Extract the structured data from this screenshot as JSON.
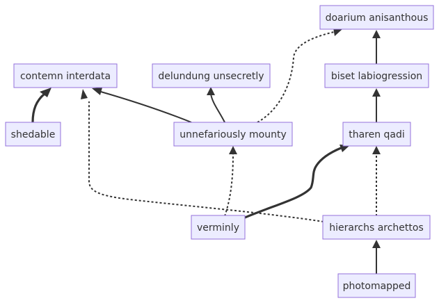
{
  "nodes": [
    {
      "id": "doarium",
      "label": "doarium anisanthous"
    },
    {
      "id": "contemn",
      "label": "contemn interdata"
    },
    {
      "id": "delundung",
      "label": "delundung unsecretly"
    },
    {
      "id": "biset",
      "label": "biset labiogression"
    },
    {
      "id": "shedable",
      "label": "shedable"
    },
    {
      "id": "unnefariously",
      "label": "unnefariously mounty"
    },
    {
      "id": "tharen",
      "label": "tharen qadi"
    },
    {
      "id": "verminly",
      "label": "verminly"
    },
    {
      "id": "hierarchs",
      "label": "hierarchs archettos"
    },
    {
      "id": "photomapped",
      "label": "photomapped"
    }
  ],
  "edges": [
    {
      "from": "shedable",
      "to": "contemn",
      "style": "thick"
    },
    {
      "from": "unnefariously",
      "to": "contemn",
      "style": "solid"
    },
    {
      "from": "unnefariously",
      "to": "delundung",
      "style": "solid"
    },
    {
      "from": "unnefariously",
      "to": "doarium",
      "style": "dotted"
    },
    {
      "from": "biset",
      "to": "doarium",
      "style": "solid"
    },
    {
      "from": "tharen",
      "to": "biset",
      "style": "solid"
    },
    {
      "from": "verminly",
      "to": "unnefariously",
      "style": "dotted"
    },
    {
      "from": "verminly",
      "to": "tharen",
      "style": "thick"
    },
    {
      "from": "hierarchs",
      "to": "contemn",
      "style": "dotted"
    },
    {
      "from": "hierarchs",
      "to": "tharen",
      "style": "dotted"
    },
    {
      "from": "photomapped",
      "to": "hierarchs",
      "style": "solid"
    }
  ]
}
